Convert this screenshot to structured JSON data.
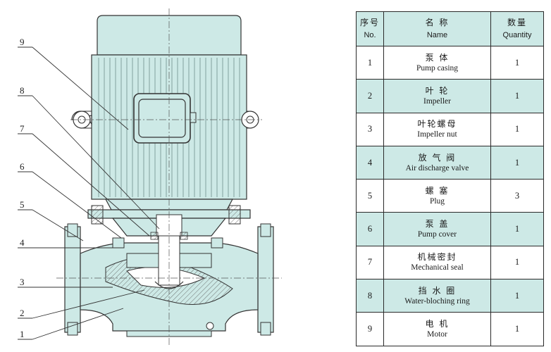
{
  "diagram": {
    "callouts": [
      "1",
      "2",
      "3",
      "4",
      "5",
      "6",
      "7",
      "8",
      "9"
    ]
  },
  "table": {
    "header": {
      "no_cn": "序号",
      "no_en": "No.",
      "name_cn": "名 称",
      "name_en": "Name",
      "qty_cn": "数量",
      "qty_en": "Quantity"
    },
    "rows": [
      {
        "no": "1",
        "cn": "泵 体",
        "en": "Pump casing",
        "qty": "1"
      },
      {
        "no": "2",
        "cn": "叶 轮",
        "en": "Impeller",
        "qty": "1"
      },
      {
        "no": "3",
        "cn": "叶轮螺母",
        "en": "Impeller nut",
        "qty": "1"
      },
      {
        "no": "4",
        "cn": "放 气 阀",
        "en": "Air discharge valve",
        "qty": "1"
      },
      {
        "no": "5",
        "cn": "螺 塞",
        "en": "Plug",
        "qty": "3"
      },
      {
        "no": "6",
        "cn": "泵 盖",
        "en": "Pump cover",
        "qty": "1"
      },
      {
        "no": "7",
        "cn": "机械密封",
        "en": "Mechanical seal",
        "qty": "1"
      },
      {
        "no": "8",
        "cn": "挡 水 圈",
        "en": "Water-bloching ring",
        "qty": "1"
      },
      {
        "no": "9",
        "cn": "电 机",
        "en": "Motor",
        "qty": "1"
      }
    ]
  }
}
